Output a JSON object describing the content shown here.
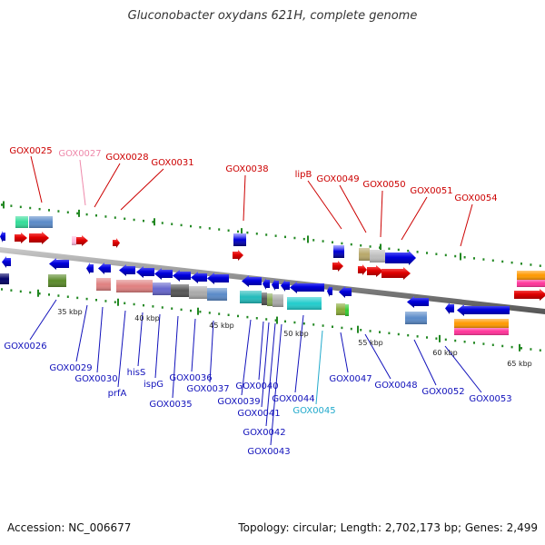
{
  "title": "Gluconobacter oxydans 621H, complete genome",
  "footer": {
    "accession": "Accession: NC_006677",
    "summary": "Topology: circular; Length: 2,702,173 bp; Genes: 2,499"
  },
  "colors": {
    "top_label": "#cc0000",
    "top_label_pink": "#ee88aa",
    "bottom_label": "#1111bb",
    "bottom_label_cyan": "#22aacc",
    "backbone": "#999999",
    "tick": "#228822",
    "forward_gene": "#e00000",
    "reverse_gene": "#0000dd"
  },
  "scale": [
    {
      "text": "35 kbp",
      "kb": 35
    },
    {
      "text": "40 kbp",
      "kb": 40
    },
    {
      "text": "45 kbp",
      "kb": 45
    },
    {
      "text": "50 kbp",
      "kb": 50
    },
    {
      "text": "55 kbp",
      "kb": 55
    },
    {
      "text": "60 kbp",
      "kb": 60
    },
    {
      "text": "65 kbp",
      "kb": 65
    }
  ],
  "top_labels": [
    "GOX0025",
    "GOX0027",
    "GOX0028",
    "GOX0031",
    "GOX0038",
    "lipB",
    "GOX0049",
    "GOX0050",
    "GOX0051",
    "GOX0054"
  ],
  "bottom_labels": [
    "GOX0026",
    "GOX0029",
    "GOX0030",
    "prfA",
    "hisS",
    "ispG",
    "GOX0035",
    "GOX0036",
    "GOX0037",
    "GOX0039",
    "GOX0040",
    "GOX0041",
    "GOX0042",
    "GOX0043",
    "GOX0044",
    "GOX0045",
    "GOX0047",
    "GOX0048",
    "GOX0052",
    "GOX0053"
  ]
}
